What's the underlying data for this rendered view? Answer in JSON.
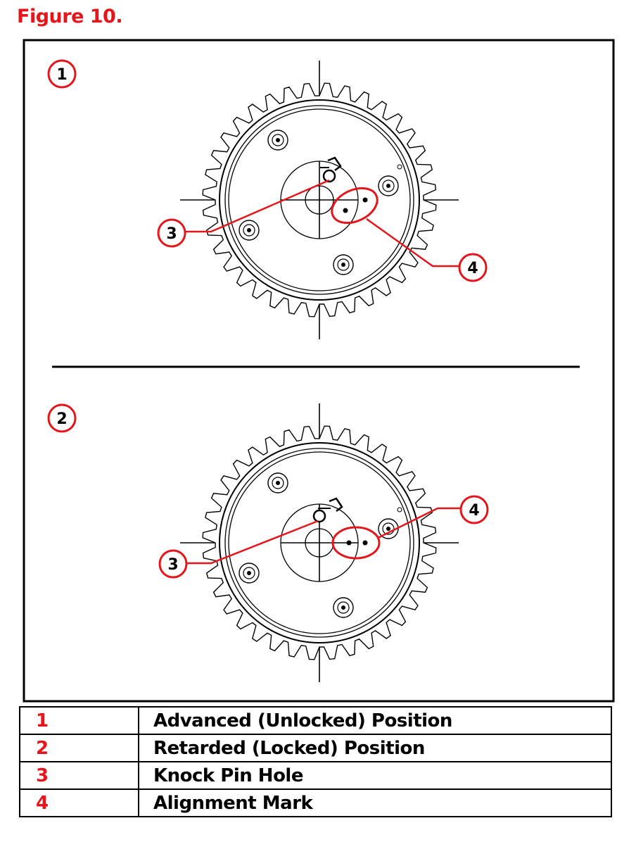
{
  "figure_title": "Figure 10.",
  "panels": [
    {
      "callout": "1",
      "pin_label": "3",
      "mark_label": "4",
      "state": "advanced"
    },
    {
      "callout": "2",
      "pin_label": "3",
      "mark_label": "4",
      "state": "retarded"
    }
  ],
  "legend": [
    {
      "num": "1",
      "text": "Advanced (Unlocked) Position"
    },
    {
      "num": "2",
      "text": "Retarded (Locked) Position"
    },
    {
      "num": "3",
      "text": "Knock Pin Hole"
    },
    {
      "num": "4",
      "text": "Alignment Mark"
    }
  ],
  "colors": {
    "accent": "#e4161b",
    "line": "#000000"
  }
}
